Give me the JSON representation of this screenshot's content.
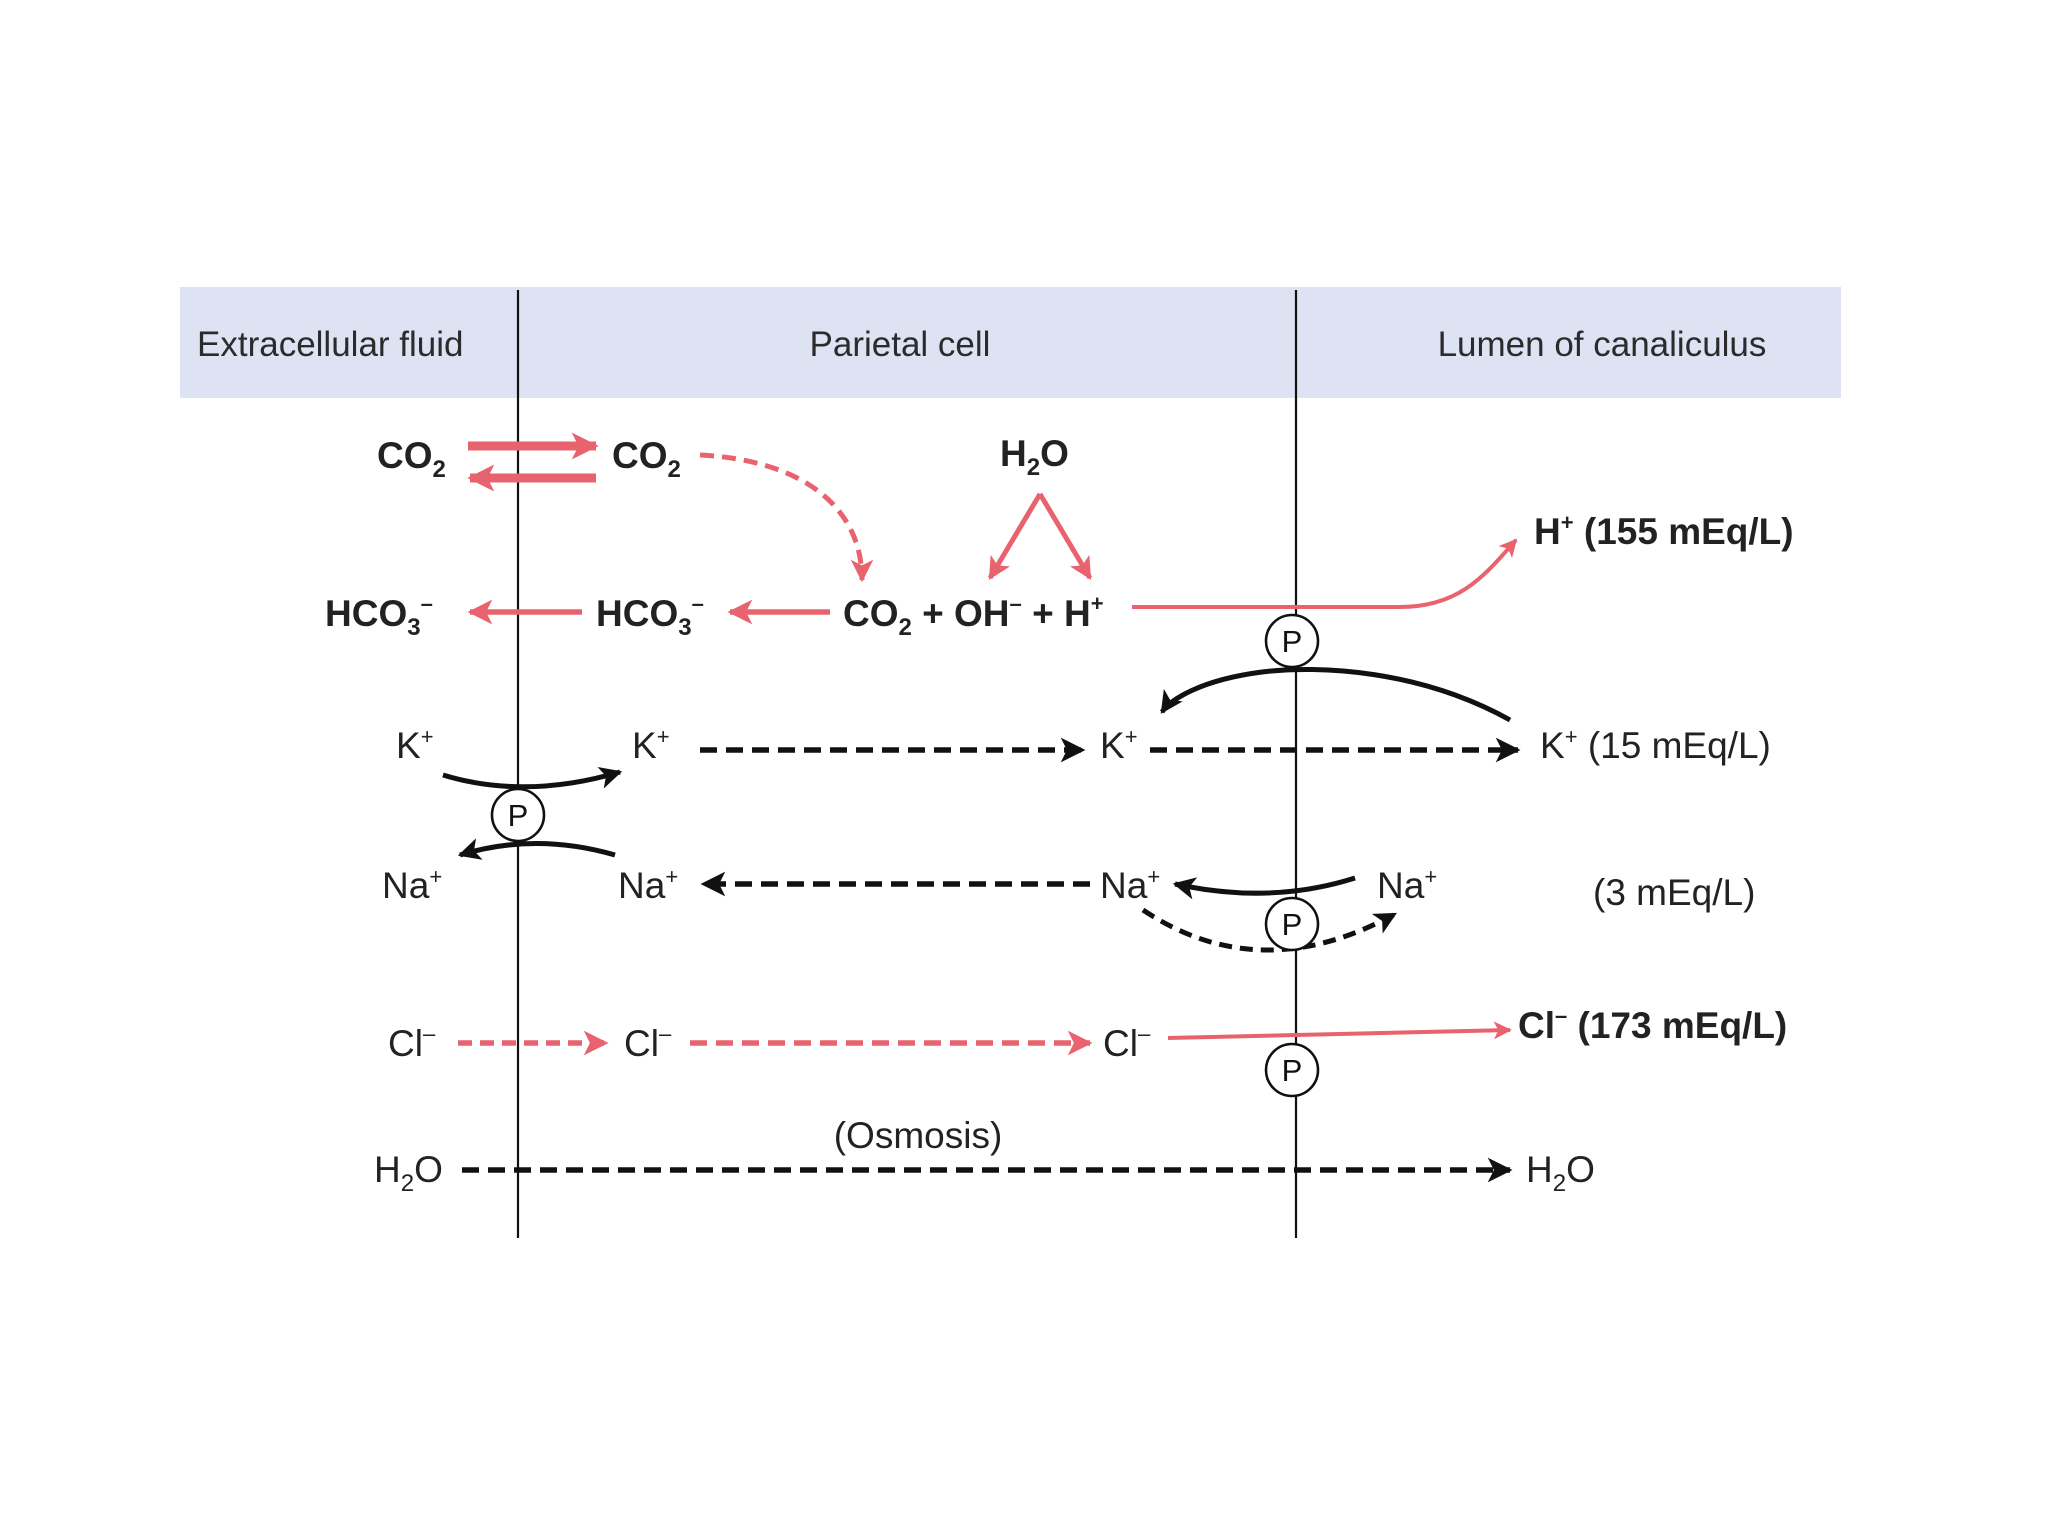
{
  "header": {
    "col1": "Extracellular fluid",
    "col2": "Parietal cell",
    "col3": "Lumen of canaliculus"
  },
  "colors": {
    "header_bg": "#dde3f3",
    "red": "#e8636e",
    "black": "#111111"
  },
  "labels": {
    "co2": "CO",
    "two": "2",
    "h": "H",
    "o": "O",
    "hco": "HCO",
    "three": "3",
    "minus": "–",
    "plus": "+",
    "oh": "OH",
    "k": "K",
    "na": "Na",
    "cl": "Cl",
    "h_lumen_amount": "(155 mEq/L)",
    "k_lumen_amount": "(15 mEq/L)",
    "na_lumen_amount": "(3 mEq/L)",
    "cl_lumen_amount": "(173 mEq/L)",
    "osmosis": "(Osmosis)",
    "pump": "P"
  }
}
